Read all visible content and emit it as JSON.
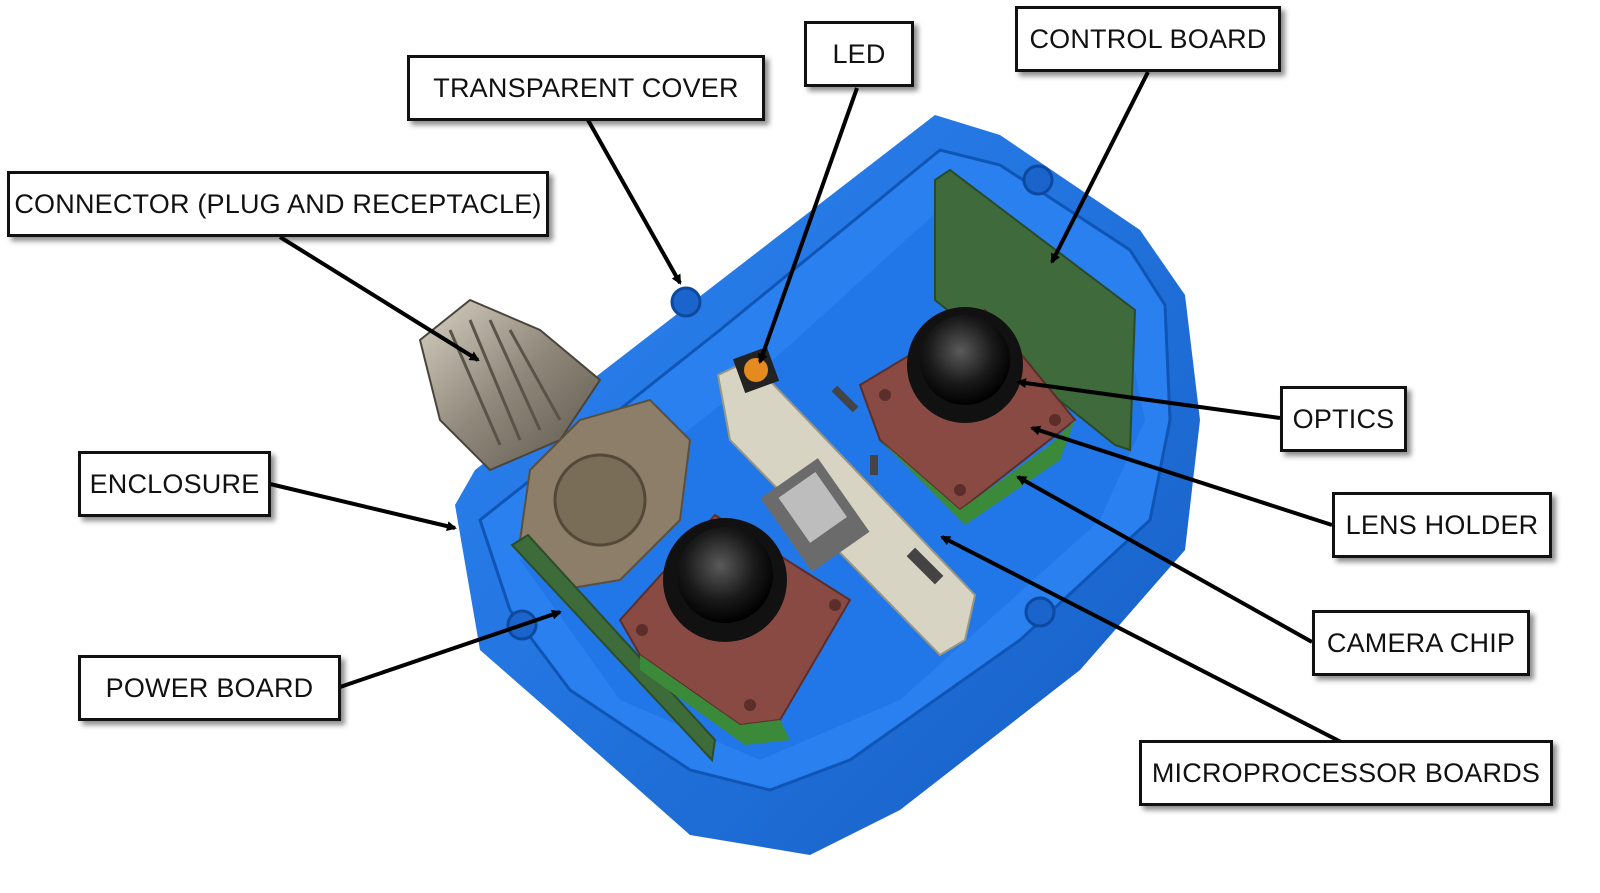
{
  "labels": {
    "control_board": "CONTROL BOARD",
    "led": "LED",
    "transparent_cover": "TRANSPARENT COVER",
    "connector": "CONNECTOR (PLUG AND RECEPTACLE)",
    "enclosure": "ENCLOSURE",
    "power_board": "POWER BOARD",
    "optics": "OPTICS",
    "lens_holder": "LENS HOLDER",
    "camera_chip": "CAMERA CHIP",
    "microprocessor_boards": "MICROPROCESSOR BOARDS"
  },
  "colors": {
    "enclosure": "#1e6fe0",
    "lens_holder": "#8a4a44",
    "control_board": "#3f6a3c",
    "led": "#e58a1e",
    "connector": "#a39b8c"
  }
}
